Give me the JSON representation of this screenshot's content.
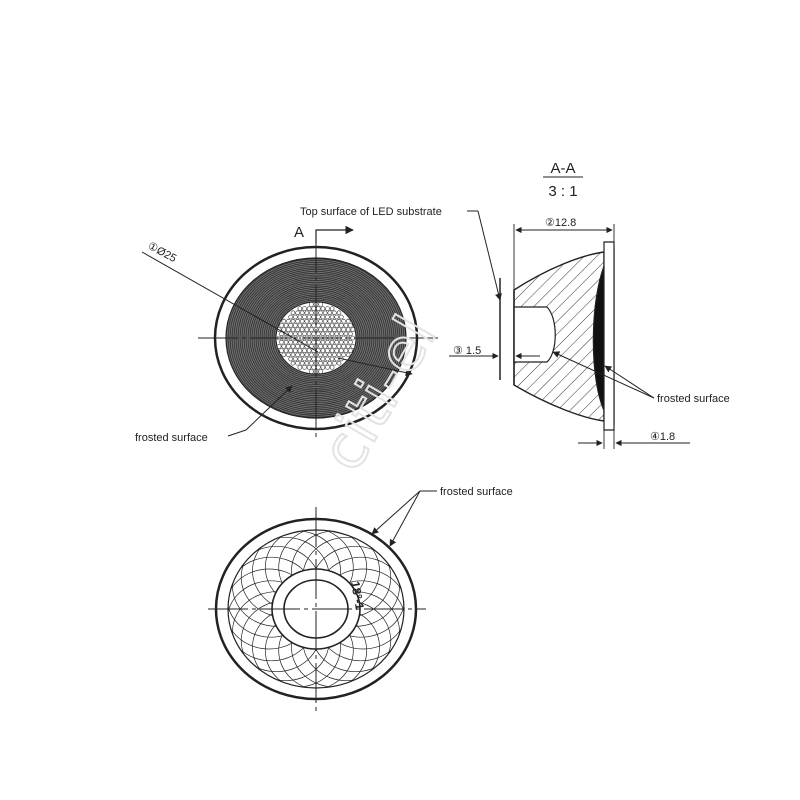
{
  "section": {
    "title": "A-A",
    "scale": "3 : 1"
  },
  "labels": {
    "top_surface": "Top surface of LED substrate",
    "section_marker": "A",
    "diameter": "①Ø25",
    "width": "②12.8",
    "height_1": "③ 1.5",
    "height_2": "④1.8",
    "frosted_left": "frosted surface",
    "frosted_right": "frosted surface",
    "frosted_bottom": "frosted surface",
    "part_code": "18°-1"
  },
  "watermark": "citi-el",
  "colors": {
    "line": "#222222",
    "fill_dark": "#111111",
    "body_grey": "#6b6b6b",
    "watermark": "#e3e3e3"
  }
}
